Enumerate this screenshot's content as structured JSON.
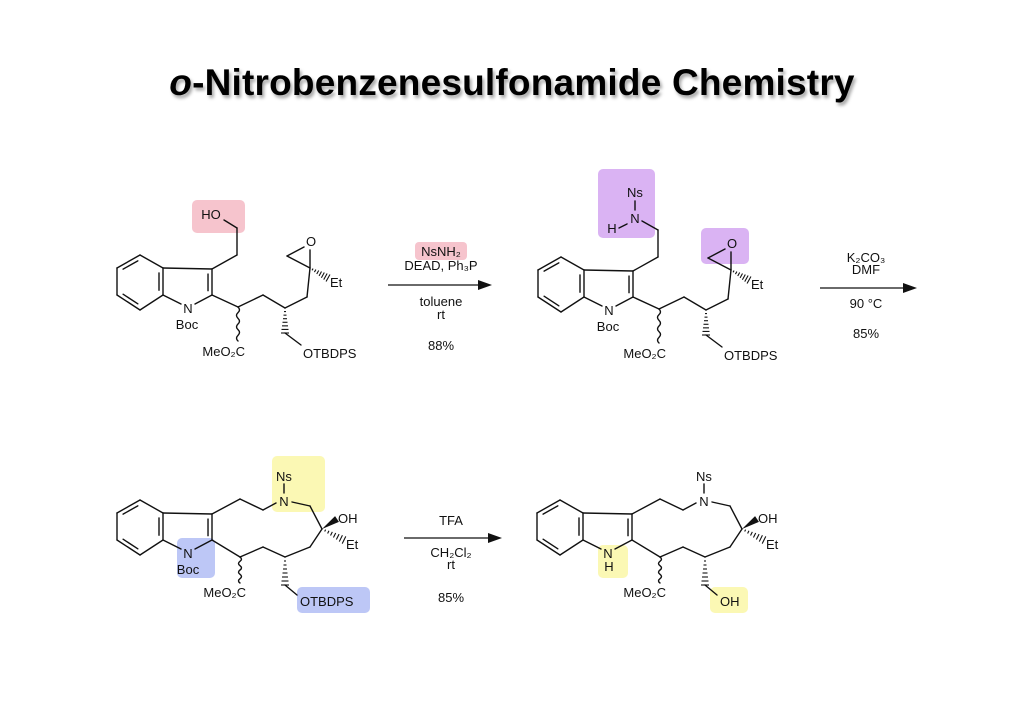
{
  "title": {
    "prefix": "o",
    "rest": "-Nitrobenzenesulfonamide Chemistry"
  },
  "colors": {
    "pink": "#f6c4cd",
    "purple": "#dab3f3",
    "yellow": "#fbf8b4",
    "blue": "#bdc7f6",
    "ink": "#111111"
  },
  "molecules": {
    "m1": {
      "top": "HO",
      "n": "N",
      "boc": "Boc",
      "ester": "MeO₂C",
      "side": "OTBDPS",
      "epoxide_o": "O",
      "et": "Et"
    },
    "m2": {
      "ns": "Ns",
      "n_top": "N",
      "h_top": "H",
      "n": "N",
      "boc": "Boc",
      "ester": "MeO₂C",
      "side": "OTBDPS",
      "epoxide_o": "O",
      "et": "Et"
    },
    "m3": {
      "ns": "Ns",
      "n_ring": "N",
      "oh": "OH",
      "et": "Et",
      "n": "N",
      "boc": "Boc",
      "ester": "MeO₂C",
      "side": "OTBDPS"
    },
    "m4": {
      "ns": "Ns",
      "n_ring": "N",
      "oh": "OH",
      "et": "Et",
      "n": "N",
      "h": "H",
      "ester": "MeO₂C",
      "side": "OH"
    }
  },
  "steps": [
    {
      "reagents": [
        "NsNH₂",
        "DEAD, Ph₃P"
      ],
      "conditions": [
        "toluene",
        "rt"
      ],
      "yield": "88%"
    },
    {
      "reagents": [
        "K₂CO₃",
        "DMF"
      ],
      "conditions": [
        "90 °C"
      ],
      "yield": "85%"
    },
    {
      "reagents": [
        "TFA"
      ],
      "conditions": [
        "CH₂Cl₂",
        "rt"
      ],
      "yield": "85%"
    }
  ]
}
